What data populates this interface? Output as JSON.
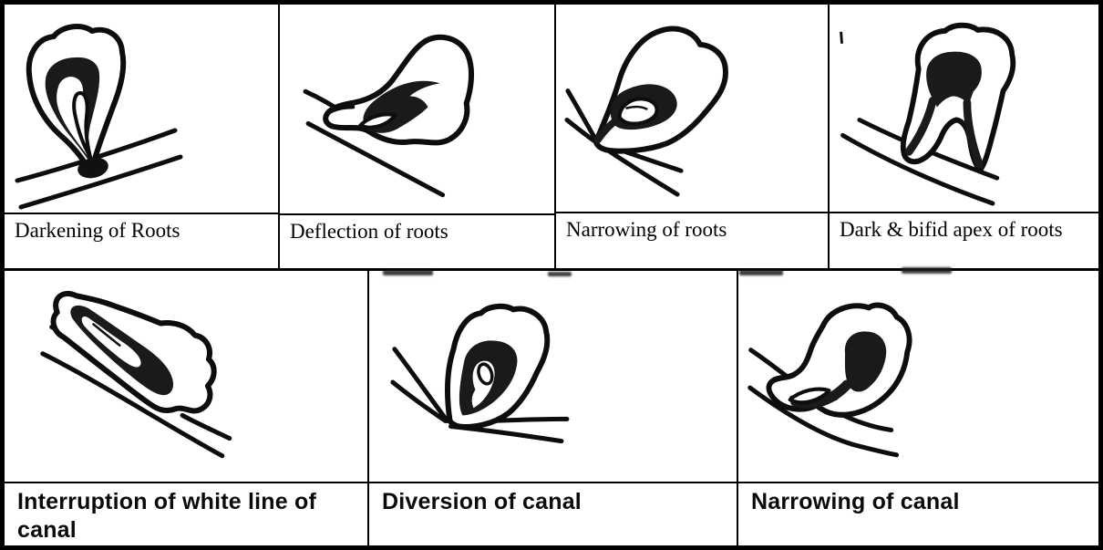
{
  "figure": {
    "type": "dental-radiographic-signs-table",
    "ink_color": "#0d0d0d",
    "background_color": "#ffffff"
  },
  "panels": [
    {
      "id": "darkening-of-roots",
      "label": "Darkening of Roots"
    },
    {
      "id": "deflection-of-roots",
      "label": "Deflection of roots"
    },
    {
      "id": "narrowing-of-roots",
      "label": "Narrowing of roots"
    },
    {
      "id": "dark-bifid-apex-of-roots",
      "label": "Dark &  bifid apex of roots"
    },
    {
      "id": "interruption-of-white-line",
      "label": "Interruption of white line of canal"
    },
    {
      "id": "diversion-of-canal",
      "label": "Diversion of canal"
    },
    {
      "id": "narrowing-of-canal",
      "label": "Narrowing of canal"
    }
  ]
}
